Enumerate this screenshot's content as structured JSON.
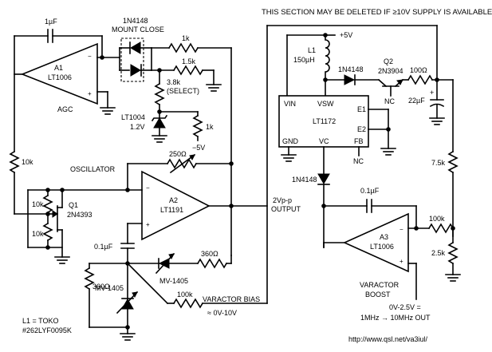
{
  "header_note": "THIS SECTION MAY BE DELETED IF ≥10V SUPPLY IS AVAILABLE",
  "url": "http://www.qsl.net/va3iul/",
  "labels": {
    "c1": "1µF",
    "diode_pair": "1N4148",
    "mount_close": "MOUNT CLOSE",
    "r_1k_top": "1k",
    "r_1_5k": "1.5k",
    "a1_name": "A1",
    "a1_part": "LT1006",
    "agc": "AGC",
    "r_3_8k": "3.8k",
    "select": "(SELECT)",
    "ref_part": "LT1004",
    "ref_volt": "1.2V",
    "r_1k_ref": "1k",
    "neg5v": "−5V",
    "r_10k_left": "10k",
    "oscillator": "OSCILLATOR",
    "r_250": "250Ω",
    "r_10k_q1a": "10k",
    "r_10k_q1b": "10k",
    "q1_name": "Q1",
    "q1_part": "2N4393",
    "a2_name": "A2",
    "a2_part": "LT1191",
    "out_amp": "2Vp-p",
    "out_label": "OUTPUT",
    "c_01_a": "0.1µF",
    "r_360_left": "360Ω",
    "r_360_right": "360Ω",
    "mv_right": "MV-1405",
    "mv_left": "MV-1405",
    "r_100k_bias": "100k",
    "varactor_bias": "VARACTOR BIAS",
    "bias_range": "≈ 0V-10V",
    "l1_note_1": "L1 = TOKO",
    "l1_note_2": "#262LYF0095K",
    "plus5v": "+5V",
    "l1_name": "L1",
    "l1_val": "150µH",
    "d_boost": "1N4148",
    "q2_name": "Q2",
    "q2_part": "2N3904",
    "r_100": "100Ω",
    "c_22": "22µF",
    "plus_sign": "+",
    "nc_q2": "NC",
    "vin": "VIN",
    "vsw": "VSW",
    "e1": "E1",
    "e2": "E2",
    "lt1172": "LT1172",
    "gnd": "GND",
    "vc": "VC",
    "fb": "FB",
    "nc_fb": "NC",
    "r_7_5k": "7.5k",
    "d_vc": "1N4148",
    "c_01_b": "0.1µF",
    "r_100k_a3": "100k",
    "r_2_5k": "2.5k",
    "a3_name": "A3",
    "a3_part": "LT1006",
    "varactor": "VARACTOR",
    "boost": "BOOST",
    "ctl_range": "0V-2.5V =",
    "freq_range": "1MHz → 10MHz OUT"
  }
}
